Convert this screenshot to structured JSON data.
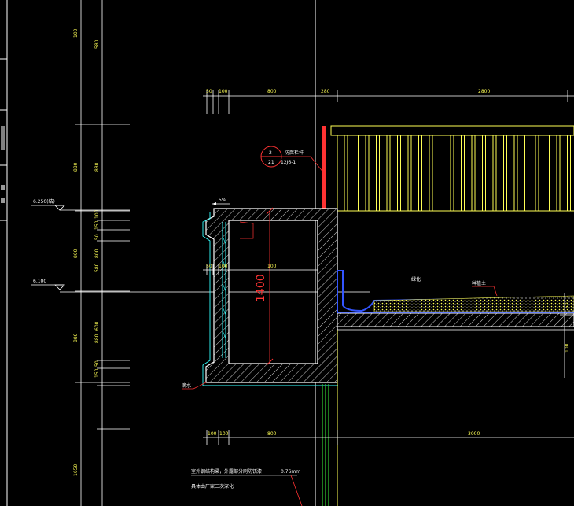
{
  "colors": {
    "background": "#000000",
    "dimension": "#ffff55",
    "concrete": "#ffffff",
    "insulation": "#33ffff",
    "grid": "#ffffff",
    "pipe": "#ff3333",
    "leader": "#ff3333",
    "pipe_green": "#33cc33",
    "waterproof": "#3355ff"
  },
  "left_dims": {
    "outer": [
      "100",
      "880",
      "800",
      "880",
      "1650"
    ],
    "inner": [
      "580",
      "880",
      "100",
      "150",
      "50",
      "800",
      "580",
      "600",
      "880",
      "50",
      "150"
    ]
  },
  "elevations": {
    "upper": "6.250(结)",
    "lower": "6.100"
  },
  "top_dims": [
    "50",
    "100",
    "800",
    "280",
    "2800"
  ],
  "mid_dims": [
    "50",
    "100",
    "100"
  ],
  "bottom_dims": [
    "100",
    "100",
    "800",
    "3000"
  ],
  "slope": "5%",
  "height_dim": "1400",
  "detail_callout": {
    "number": "2",
    "sheet": "21",
    "note": "防腐栏杆",
    "ref": "12J6-1"
  },
  "labels": {
    "planting": "绿化",
    "plant_soil": "种植土",
    "drip": "滴水",
    "note_line1": "室外钢结构梁，外露部分刷防锈漆",
    "note_thickness": "0.76mm",
    "note_line2": "具体由厂家二次深化"
  },
  "right_dims": [
    "50",
    "100"
  ]
}
